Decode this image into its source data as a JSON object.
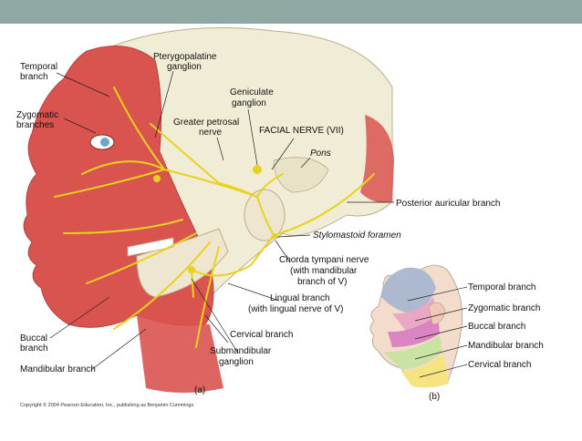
{
  "colors": {
    "header_bar": "#8fa8a3",
    "muscle": "#d9534f",
    "nerve": "#e8d21e",
    "skull": "#f1ecd6",
    "leader": "#222222",
    "temporal_zone": "#a9b6cf",
    "zygomatic_zone": "#e8a5c4",
    "buccal_zone": "#d97ec0",
    "mandibular_zone": "#c7e3a0",
    "cervical_zone": "#f4e47a"
  },
  "labels": {
    "temporal_branch": [
      "Temporal",
      "branch"
    ],
    "zygomatic_branches": [
      "Zygomatic",
      "branches"
    ],
    "pterygopalatine_ganglion": [
      "Pterygopalatine",
      "ganglion"
    ],
    "geniculate_ganglion": [
      "Geniculate",
      "ganglion"
    ],
    "greater_petrosal_nerve": [
      "Greater petrosal",
      "nerve"
    ],
    "facial_nerve": "FACIAL NERVE (VII)",
    "pons": "Pons",
    "posterior_auricular_branch": "Posterior auricular branch",
    "stylomastoid_foramen": "Stylomastoid foramen",
    "chorda_tympani_nerve": [
      "Chorda tympani nerve",
      "(with mandibular",
      "branch of V)"
    ],
    "lingual_branch": [
      "Lingual branch",
      "(with lingual nerve of V)"
    ],
    "cervical_branch": "Cervical branch",
    "submandibular_ganglion": [
      "Submandibular",
      "ganglion"
    ],
    "buccal_branch": [
      "Buccal",
      "branch"
    ],
    "mandibular_branch": "Mandibular branch",
    "panel_a": "(a)",
    "panel_b": "(b)",
    "copyright": "Copyright © 2004 Pearson Education, Inc., publishing as Benjamin Cummings"
  },
  "panel_b_labels": [
    "Temporal branch",
    "Zygomatic branch",
    "Buccal branch",
    "Mandibular branch",
    "Cervical branch"
  ]
}
